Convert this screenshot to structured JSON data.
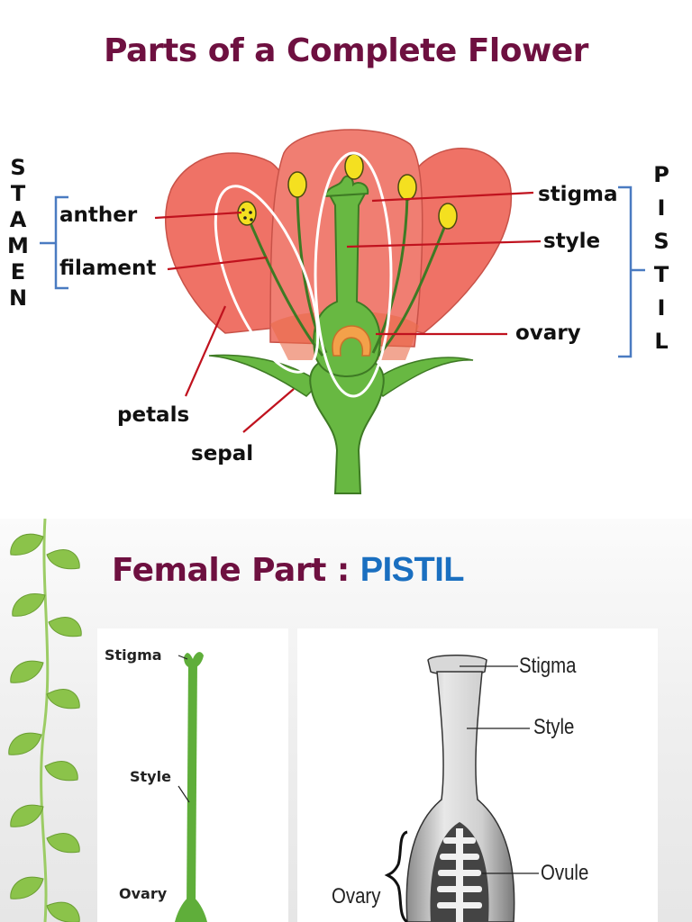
{
  "slide1": {
    "title": "Parts of a Complete Flower",
    "stamen_letters": [
      "S",
      "T",
      "A",
      "M",
      "E",
      "N"
    ],
    "pistil_letters": [
      "P",
      "I",
      "S",
      "T",
      "I",
      "L"
    ],
    "labels": {
      "anther": "anther",
      "filament": "filament",
      "petals": "petals",
      "sepal": "sepal",
      "stigma": "stigma",
      "style": "style",
      "ovary": "ovary"
    },
    "colors": {
      "title": "#6e1040",
      "petal": "#ef7266",
      "green": "#68b842",
      "anther": "#f4e020",
      "bracket": "#4a7bc1",
      "pointer": "#c0121e"
    }
  },
  "slide2": {
    "title_prefix": "Female Part : ",
    "title_accent": "PISTIL",
    "left_diagram": {
      "stigma": "Stigma",
      "style": "Style",
      "ovary": "Ovary"
    },
    "right_diagram": {
      "stigma": "Stigma",
      "style": "Style",
      "ovule": "Ovule",
      "ovary": "Ovary"
    },
    "colors": {
      "title": "#6e1040",
      "accent": "#1a6fc0",
      "leaf": "#8bc34a"
    }
  }
}
